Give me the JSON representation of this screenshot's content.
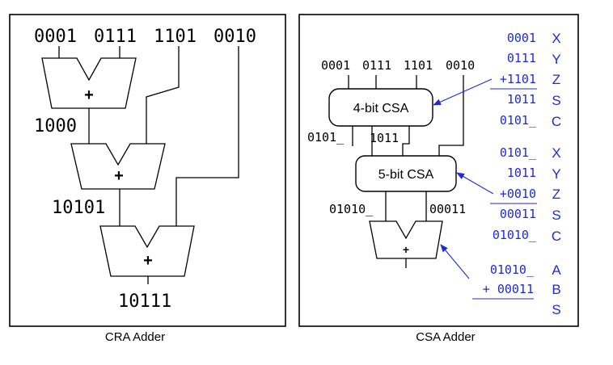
{
  "cra": {
    "caption": "CRA Adder",
    "inputs": [
      "0001",
      "0111",
      "1101",
      "0010"
    ],
    "adder_symbol": "+",
    "partial_sum_1": "1000",
    "partial_sum_2": "10101",
    "result": "10111"
  },
  "csa": {
    "caption": "CSA Adder",
    "inputs": [
      "0001",
      "0111",
      "1101",
      "0010"
    ],
    "csa4_label": "4-bit CSA",
    "csa5_label": "5-bit CSA",
    "csa4_out_s": "0101_",
    "csa4_out_c": "1011",
    "csa5_out_s": "01010_",
    "csa5_out_c": "00011",
    "adder_symbol": "+",
    "color": "#1e2bd6",
    "table1": {
      "values": [
        "0001",
        "0111",
        "+1101",
        "1011",
        "0101_"
      ],
      "letters": [
        "X",
        "Y",
        "Z",
        "S",
        "C"
      ]
    },
    "table2": {
      "values": [
        "0101_",
        "1011",
        "+0010",
        "00011",
        "01010_"
      ],
      "letters": [
        "X",
        "Y",
        "Z",
        "S",
        "C"
      ]
    },
    "table3": {
      "values": [
        "01010_",
        "+ 00011"
      ],
      "letters": [
        "A",
        "B",
        "S"
      ]
    }
  }
}
